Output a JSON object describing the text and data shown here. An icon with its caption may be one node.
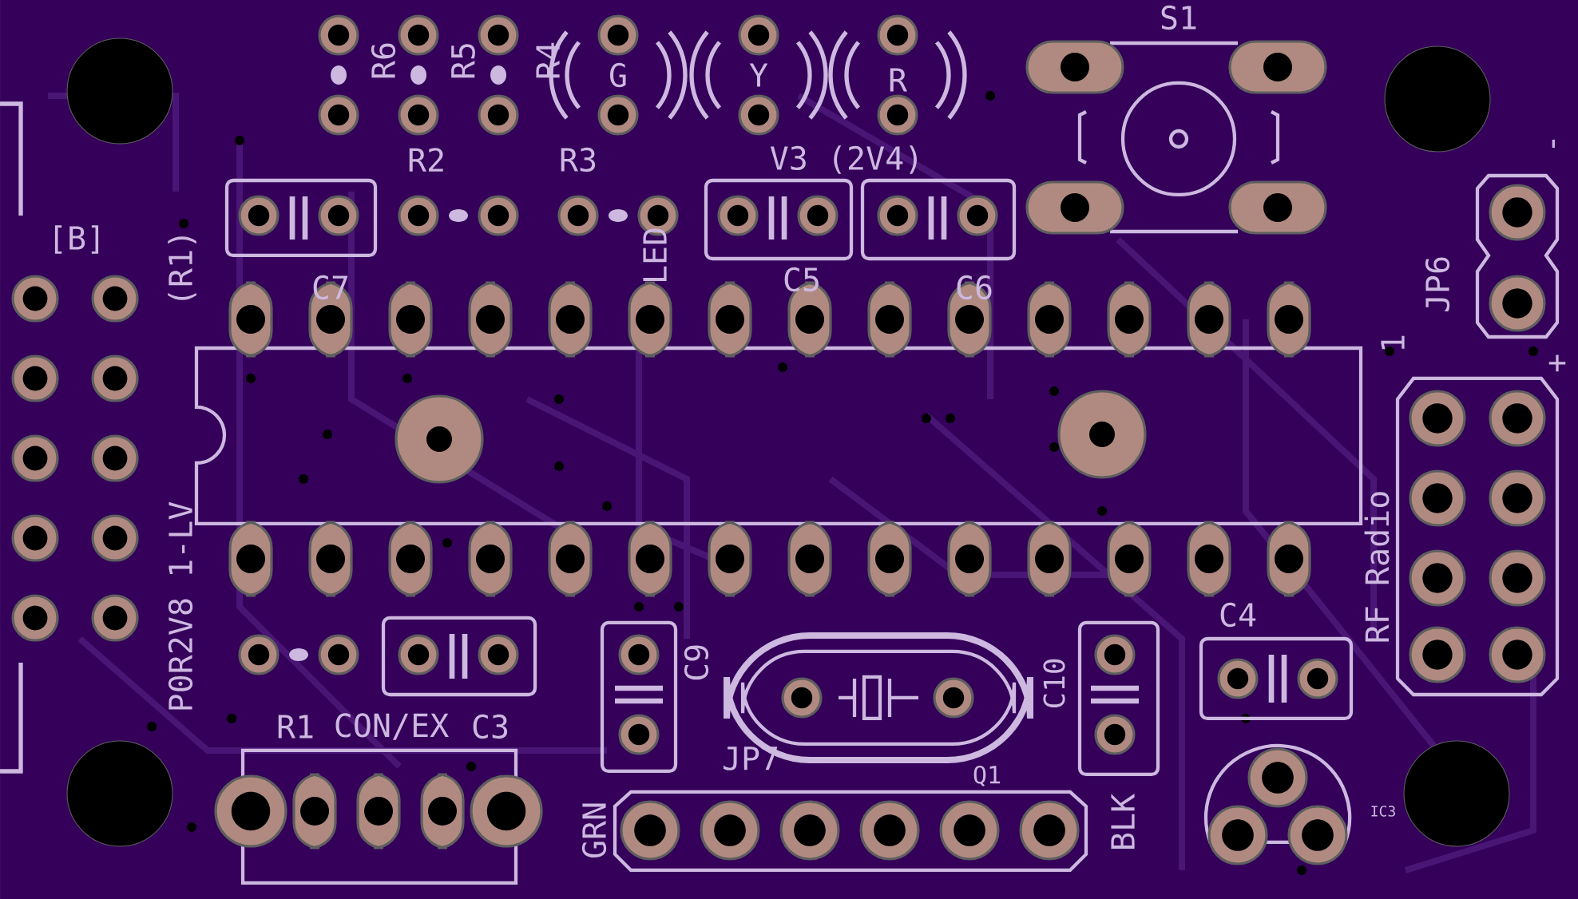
{
  "diagram": {
    "labels": [
      "S1",
      "R6",
      "R5",
      "R4",
      "G",
      "Y",
      "R",
      "R2",
      "R3",
      "V3 (2V4)",
      "C7",
      "[B]",
      "(R1)",
      "LED",
      "C5",
      "C6",
      "-",
      "JP6",
      "1",
      "+",
      "RF Radio",
      "P0R2V8 1-LV",
      "C4",
      "C9",
      "C10",
      "R1",
      "CON/EX",
      "C3",
      "JP7",
      "Q1",
      "GRN",
      "BLK",
      "IC3"
    ]
  }
}
